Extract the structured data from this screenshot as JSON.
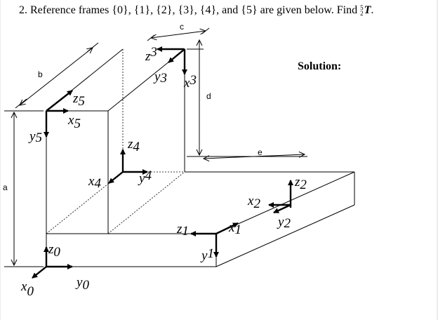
{
  "problem": {
    "text": "2. Reference frames {0}, {1}, {2}, {3}, {4}, and {5} are given below. Find ",
    "frac_top": "5",
    "frac_bottom": "2",
    "symbol": "T",
    "period": "."
  },
  "solution_label": "Solution:",
  "dimensions": {
    "a": "a",
    "b": "b",
    "c": "c",
    "d": "d",
    "e": "e"
  },
  "frames": {
    "f0": {
      "z": "z",
      "y": "y",
      "x": "x",
      "sub": "0"
    },
    "f1": {
      "z": "z",
      "y": "y",
      "x": "x",
      "sub": "1"
    },
    "f2": {
      "z": "z",
      "y": "y",
      "x": "x",
      "sub": "2"
    },
    "f3": {
      "z": "z",
      "y": "y",
      "x": "x",
      "sub": "3"
    },
    "f4": {
      "z": "z",
      "y": "y",
      "x": "x",
      "sub": "4"
    },
    "f5": {
      "z": "z",
      "y": "y",
      "x": "x",
      "sub": "5"
    }
  },
  "colors": {
    "ink": "#000000",
    "frame_border": "#d9d9d9"
  }
}
